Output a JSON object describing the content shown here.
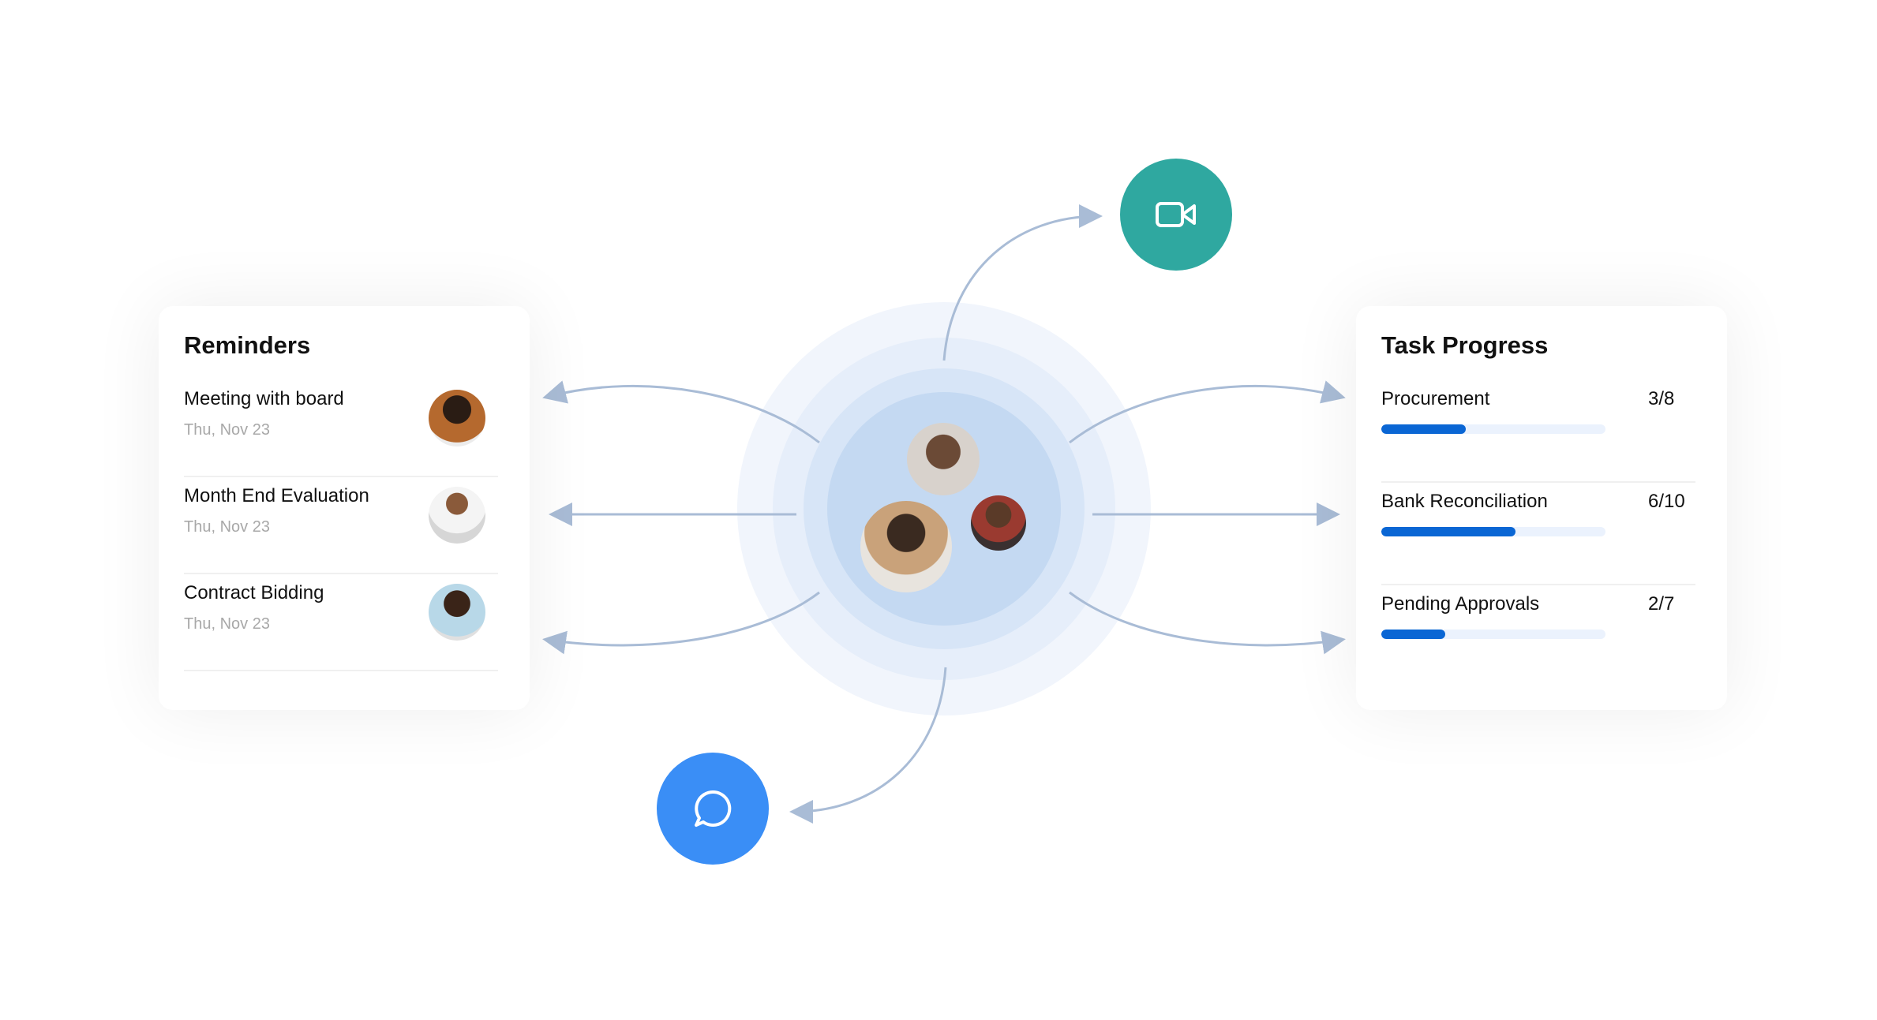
{
  "reminders": {
    "title": "Reminders",
    "items": [
      {
        "title": "Meeting with board",
        "date": "Thu, Nov 23"
      },
      {
        "title": "Month End Evaluation",
        "date": "Thu, Nov 23"
      },
      {
        "title": "Contract Bidding",
        "date": "Thu, Nov 23"
      }
    ]
  },
  "task_progress": {
    "title": "Task Progress",
    "items": [
      {
        "label": "Procurement",
        "value": "3/8",
        "fraction": 0.375
      },
      {
        "label": "Bank Reconciliation",
        "value": "6/10",
        "fraction": 0.6
      },
      {
        "label": "Pending Approvals",
        "value": "2/7",
        "fraction": 0.2857
      }
    ]
  },
  "colors": {
    "video": "#2fa8a0",
    "chat": "#3a8ef6",
    "progress": "#0a66d4",
    "arrow": "#a9bcd6"
  },
  "icons": {
    "video": "video-camera-icon",
    "chat": "chat-bubble-icon"
  }
}
